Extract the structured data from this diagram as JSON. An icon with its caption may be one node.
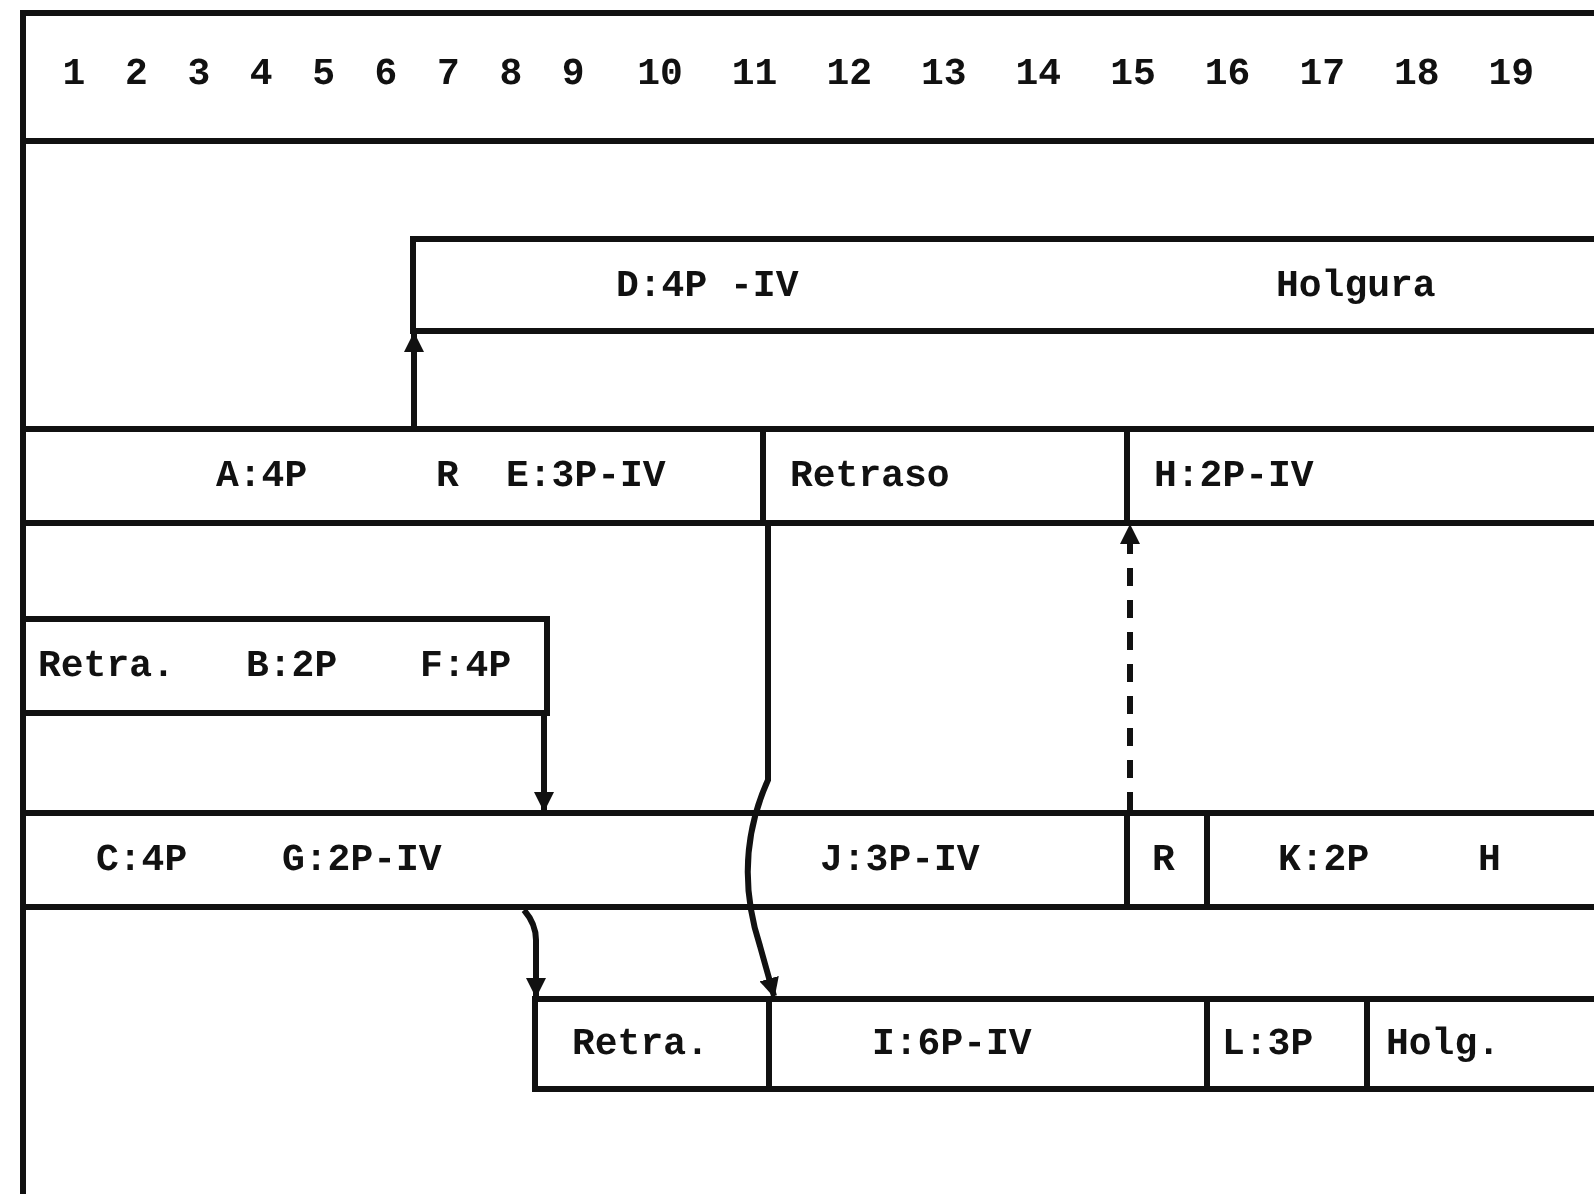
{
  "diagram": {
    "nodes": [
      {
        "text": [
          "D:4P -IV",
          "Holgura"
        ]
      },
      {
        "text": [
          "A:4P",
          "R",
          "E:3P-IV"
        ]
      },
      {
        "text": [
          "Retraso"
        ]
      },
      {
        "text": [
          "H:2P-IV"
        ]
      },
      {
        "text": [
          "Retra.",
          "B:2P",
          "F:4P"
        ]
      },
      {
        "text": [
          "C:4P",
          "G:2P-IV"
        ]
      },
      {
        "text": [
          "J:3P-IV"
        ]
      },
      {
        "text": [
          "R"
        ]
      },
      {
        "text": [
          "K:2P",
          "H"
        ]
      },
      {
        "text": [
          "Retra."
        ]
      },
      {
        "text": [
          "I:6P-IV"
        ]
      },
      {
        "text": [
          "L:3P"
        ]
      },
      {
        "text": [
          "Holg."
        ]
      }
    ],
    "edges": [
      {
        "from": 1,
        "to": 0,
        "arrow": "to"
      },
      {
        "from": 1,
        "to": 10,
        "arrow": "to"
      },
      {
        "from": 6,
        "to": 3,
        "arrow": "to",
        "style": "dashed"
      },
      {
        "from": 4,
        "to": 5,
        "arrow": "to"
      },
      {
        "from": 5,
        "to": 9,
        "arrow": "to"
      }
    ],
    "labels": [
      "1",
      "2",
      "3",
      "4",
      "5",
      "6",
      "7",
      "8",
      "9",
      "10",
      "11",
      "12",
      "13",
      "14",
      "15",
      "16",
      "17",
      "18",
      "19"
    ]
  }
}
